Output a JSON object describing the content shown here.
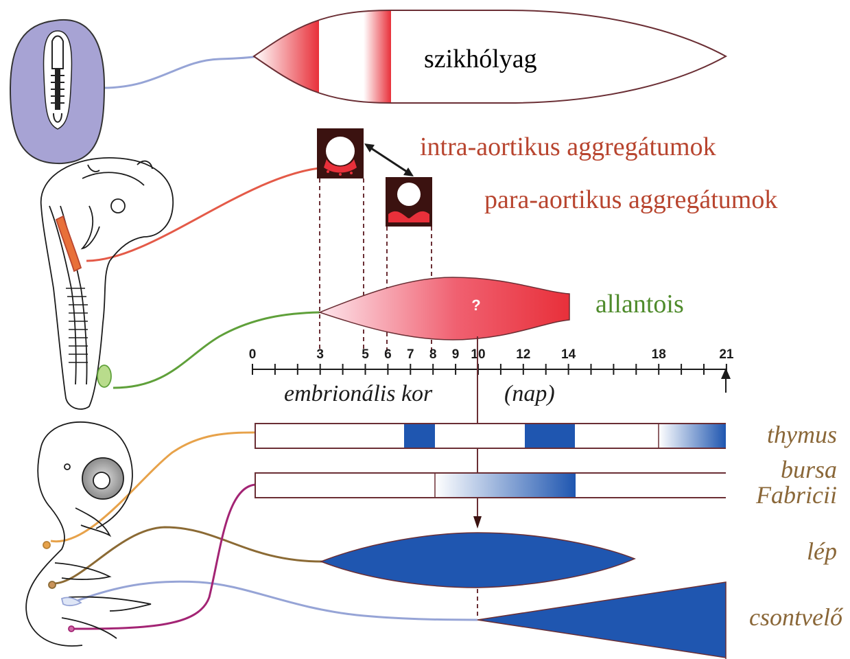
{
  "labels": {
    "yolk_sac": "szikhólyag",
    "intra_aortic": "intra-aortikus aggregátumok",
    "para_aortic": "para-aortikus aggregátumok",
    "allantois": "allantois",
    "question": "?",
    "axis_left": "embrionális kor",
    "axis_right": "(nap)",
    "thymus": "thymus",
    "bursa_1": "bursa",
    "bursa_2": "Fabricii",
    "spleen": "lép",
    "bone_marrow": "csontvelő"
  },
  "axis": {
    "ticks": [
      "0",
      "3",
      "5",
      "6",
      "7",
      "8",
      "9",
      "10",
      "12",
      "14",
      "18",
      "21"
    ]
  },
  "colors": {
    "red": "#e8303a",
    "blue": "#1f56b0",
    "lavender": "#a7a3d4",
    "outline": "#6a2e34",
    "yolk_text": "#7b7fae",
    "red_text": "#b8452f",
    "green_text": "#4f8b2c",
    "brown_text": "#8a6738",
    "axis_text": "#1b1b1b",
    "connector_blue": "#96a4d6",
    "connector_red": "#e45a48",
    "connector_green": "#5fa03a",
    "connector_orange": "#e7a24a",
    "connector_purple": "#a32474",
    "connector_brown": "#8b6a34"
  },
  "icons": {
    "embryo_early": "early-embryo-disc-illustration",
    "embryo_mid": "mid-stage-embryo-illustration",
    "embryo_late": "late-stage-chick-embryo-illustration"
  }
}
